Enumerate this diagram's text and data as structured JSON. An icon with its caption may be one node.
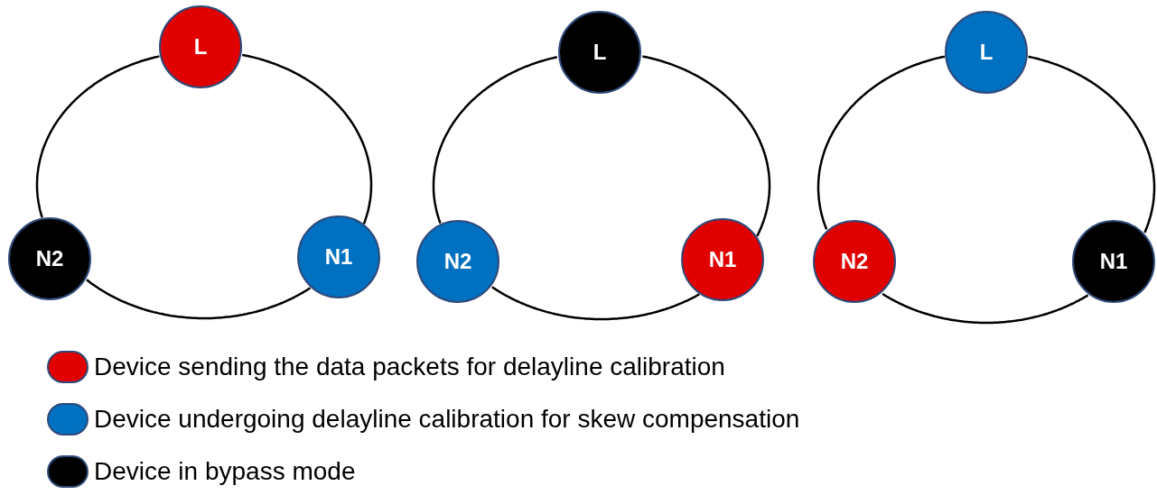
{
  "diagram": {
    "nodes": [
      {
        "text": [
          "L"
        ]
      },
      {
        "text": [
          "N2"
        ]
      },
      {
        "text": [
          "N1"
        ]
      },
      {
        "text": [
          "L"
        ]
      },
      {
        "text": [
          "N2"
        ]
      },
      {
        "text": [
          "N1"
        ]
      },
      {
        "text": [
          "L"
        ]
      },
      {
        "text": [
          "N2"
        ]
      },
      {
        "text": [
          "N1"
        ]
      }
    ],
    "edges": [
      {
        "from": 0,
        "to": 2,
        "arrow": "none"
      },
      {
        "from": 2,
        "to": 1,
        "arrow": "none"
      },
      {
        "from": 1,
        "to": 0,
        "arrow": "none"
      },
      {
        "from": 3,
        "to": 5,
        "arrow": "none"
      },
      {
        "from": 5,
        "to": 4,
        "arrow": "none"
      },
      {
        "from": 4,
        "to": 3,
        "arrow": "none"
      },
      {
        "from": 6,
        "to": 8,
        "arrow": "none"
      },
      {
        "from": 8,
        "to": 7,
        "arrow": "none"
      },
      {
        "from": 7,
        "to": 6,
        "arrow": "none"
      }
    ],
    "legend": [
      {
        "text": "Device sending the data packets for delayline calibration",
        "color": "#e00000"
      },
      {
        "text": "Device undergoing delayline calibration for skew compensation",
        "color": "#0070c0"
      },
      {
        "text": "Device in bypass mode",
        "color": "#000000"
      }
    ]
  }
}
